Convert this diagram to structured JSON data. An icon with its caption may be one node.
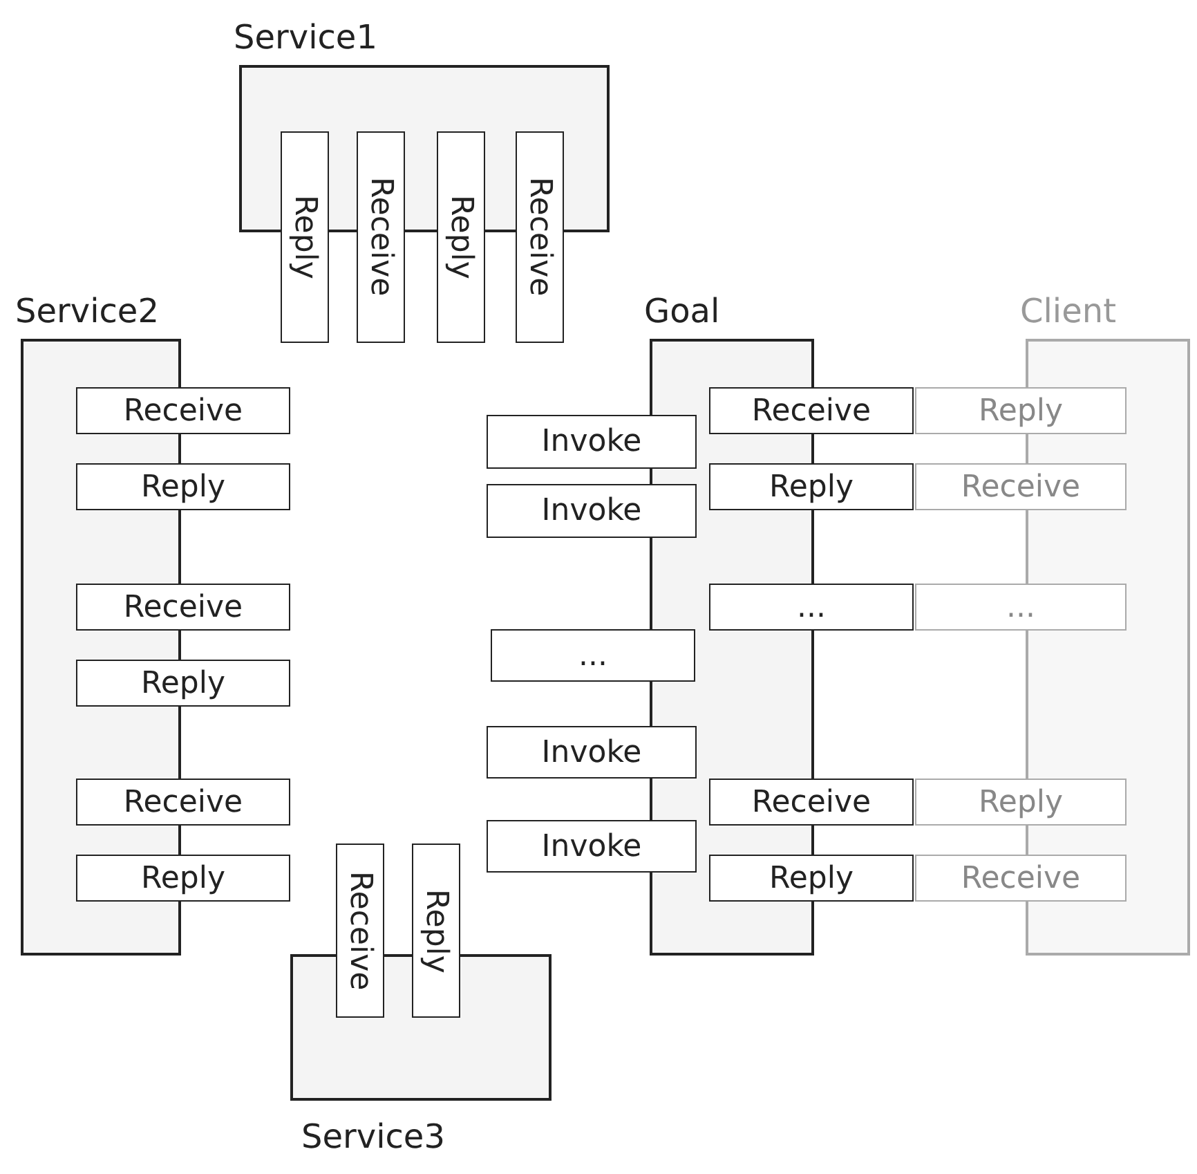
{
  "diagram": {
    "nodes": [
      {
        "text": [
          "Service1"
        ]
      },
      {
        "text": [
          "Reply"
        ]
      },
      {
        "text": [
          "Receive"
        ]
      },
      {
        "text": [
          "Reply"
        ]
      },
      {
        "text": [
          "Receive"
        ]
      },
      {
        "text": [
          "Service2"
        ]
      },
      {
        "text": [
          "Goal"
        ]
      },
      {
        "text": [
          "Client"
        ]
      },
      {
        "text": [
          "Receive"
        ]
      },
      {
        "text": [
          "Receive"
        ]
      },
      {
        "text": [
          "Reply"
        ]
      },
      {
        "text": [
          "Invoke"
        ]
      },
      {
        "text": [
          "Reply"
        ]
      },
      {
        "text": [
          "Reply"
        ]
      },
      {
        "text": [
          "Receive"
        ]
      },
      {
        "text": [
          "Invoke"
        ]
      },
      {
        "text": [
          "Receive"
        ]
      },
      {
        "text": [
          "..."
        ]
      },
      {
        "text": [
          "..."
        ]
      },
      {
        "text": [
          "Reply"
        ]
      },
      {
        "text": [
          "..."
        ]
      },
      {
        "text": [
          "Invoke"
        ]
      },
      {
        "text": [
          "Receive"
        ]
      },
      {
        "text": [
          "Receive"
        ]
      },
      {
        "text": [
          "Reply"
        ]
      },
      {
        "text": [
          "Invoke"
        ]
      },
      {
        "text": [
          "Reply"
        ]
      },
      {
        "text": [
          "Reply"
        ]
      },
      {
        "text": [
          "Receive"
        ]
      },
      {
        "text": [
          "Receive"
        ]
      },
      {
        "text": [
          "Reply"
        ]
      },
      {
        "text": [
          "Service3"
        ]
      }
    ]
  }
}
